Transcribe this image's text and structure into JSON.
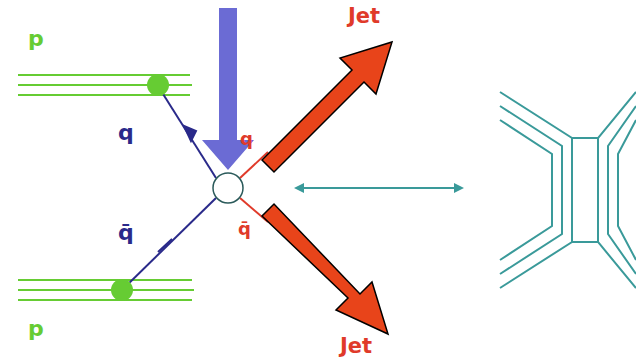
{
  "diagram": {
    "labels": [
      "p",
      "Jet",
      "q",
      "q",
      "q̄",
      "q̄",
      "p",
      "Jet"
    ]
  }
}
